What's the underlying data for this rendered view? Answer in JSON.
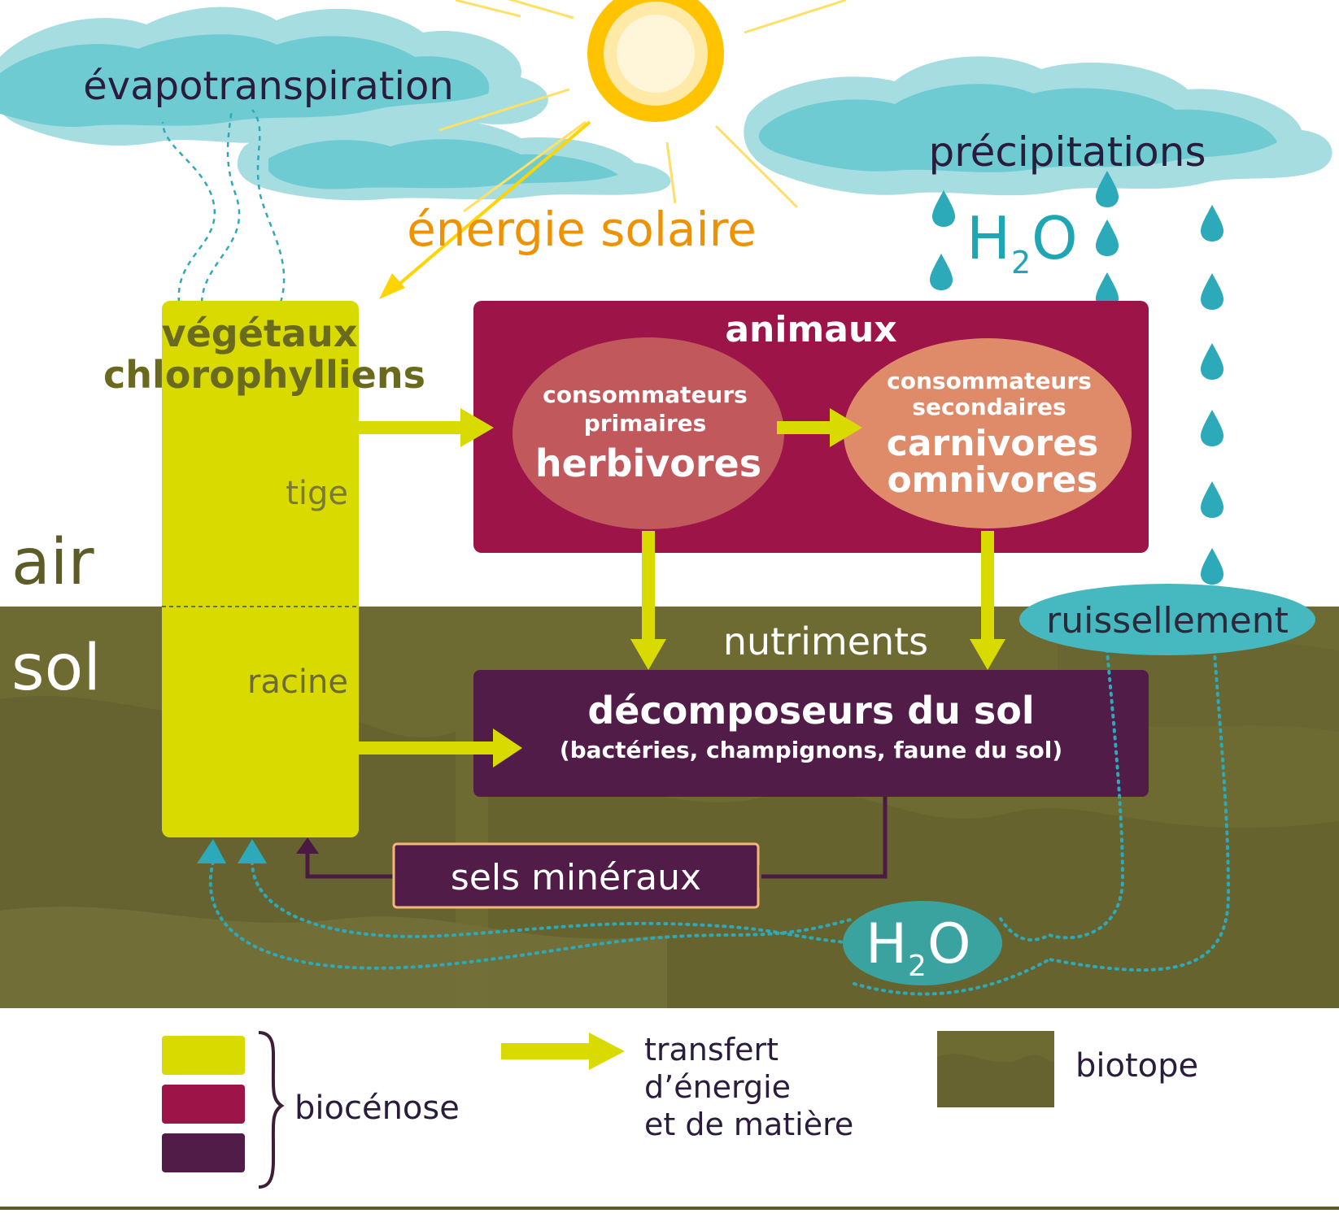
{
  "labels": {
    "evapotranspiration": "évapotranspiration",
    "precipitations": "précipitations",
    "energie_solaire": "énergie solaire",
    "h2o_sky": {
      "main": "H",
      "sub": "2",
      "end": "O"
    },
    "vegetaux": [
      "végétaux",
      "chlorophylliens"
    ],
    "tige": "tige",
    "racine": "racine",
    "air": "air",
    "sol": "sol",
    "animaux": "animaux",
    "consommateurs_primaires": [
      "consommateurs",
      "primaires"
    ],
    "herbivores": "herbivores",
    "consommateurs_secondaires": [
      "consommateurs",
      "secondaires"
    ],
    "carnivores_omnivores": [
      "carnivores",
      "omnivores"
    ],
    "nutriments": "nutriments",
    "ruissellement": "ruissellement",
    "decomposeurs": "décomposeurs du sol",
    "decomposeurs_detail": "(bactéries, champignons, faune du sol)",
    "sels_mineraux": "sels minéraux",
    "h2o_soil": {
      "main": "H",
      "sub": "2",
      "end": "O"
    }
  },
  "legend": {
    "biocenose": "biocénose",
    "transfert": [
      "transfert",
      "d’énergie",
      "et de matière"
    ],
    "biotope": "biotope"
  },
  "colors": {
    "vegetaux": "#D9DB00",
    "animaux": "#9C1448",
    "decomposeurs": "#511C47",
    "herbivores": "#C0585C",
    "carnivores": "#DF8B6A",
    "sol": "#6E6B32",
    "cloud": "#6ECBD2",
    "water": "#2DAAB9",
    "soleil": "#FFC300",
    "energie": "#EE9200",
    "texte_sombre": "#2A1C3C"
  }
}
